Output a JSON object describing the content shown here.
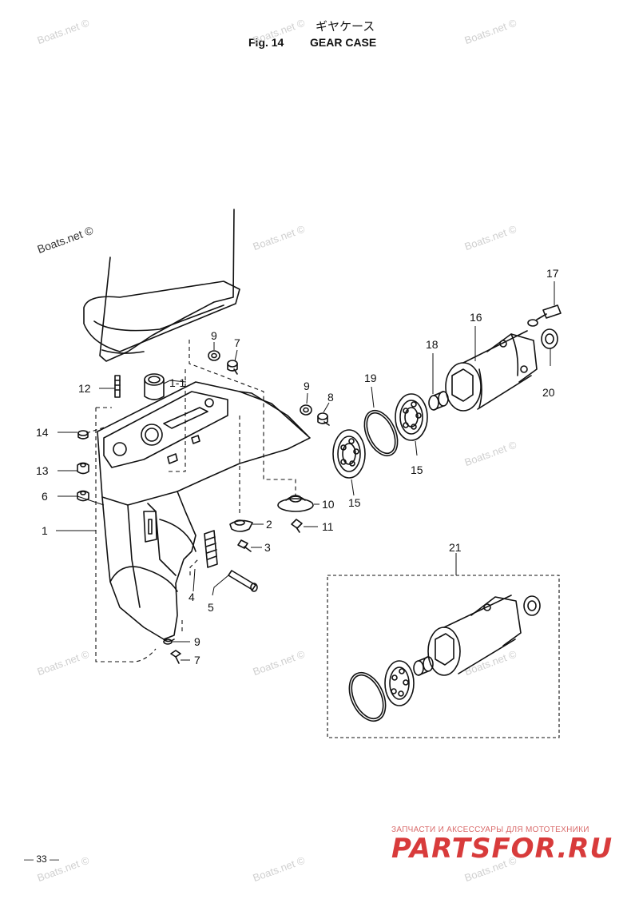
{
  "header": {
    "japanese_title": "ギヤケース",
    "fig_label": "Fig. 14",
    "title": "GEAR CASE"
  },
  "watermarks": {
    "text": "Boats.net ©"
  },
  "callouts": {
    "c1": "1",
    "c1_1": "1-1",
    "c2": "2",
    "c3": "3",
    "c4": "4",
    "c5": "5",
    "c6": "6",
    "c7a": "7",
    "c7b": "7",
    "c8": "8",
    "c9a": "9",
    "c9b": "9",
    "c9c": "9",
    "c10": "10",
    "c11": "11",
    "c12": "12",
    "c13": "13",
    "c14": "14",
    "c15a": "15",
    "c15b": "15",
    "c16": "16",
    "c17": "17",
    "c18": "18",
    "c19": "19",
    "c20": "20",
    "c21": "21"
  },
  "footer": {
    "page_number": "— 33 —",
    "brand_tagline": "ЗАПЧАСТИ И АКСЕССУАРЫ ДЛЯ МОТОТЕХНИКИ",
    "brand_logo": "PARTSFOR.RU"
  },
  "colors": {
    "line": "#111111",
    "watermark": "#cfcfcf",
    "brand": "#d83b3b"
  }
}
